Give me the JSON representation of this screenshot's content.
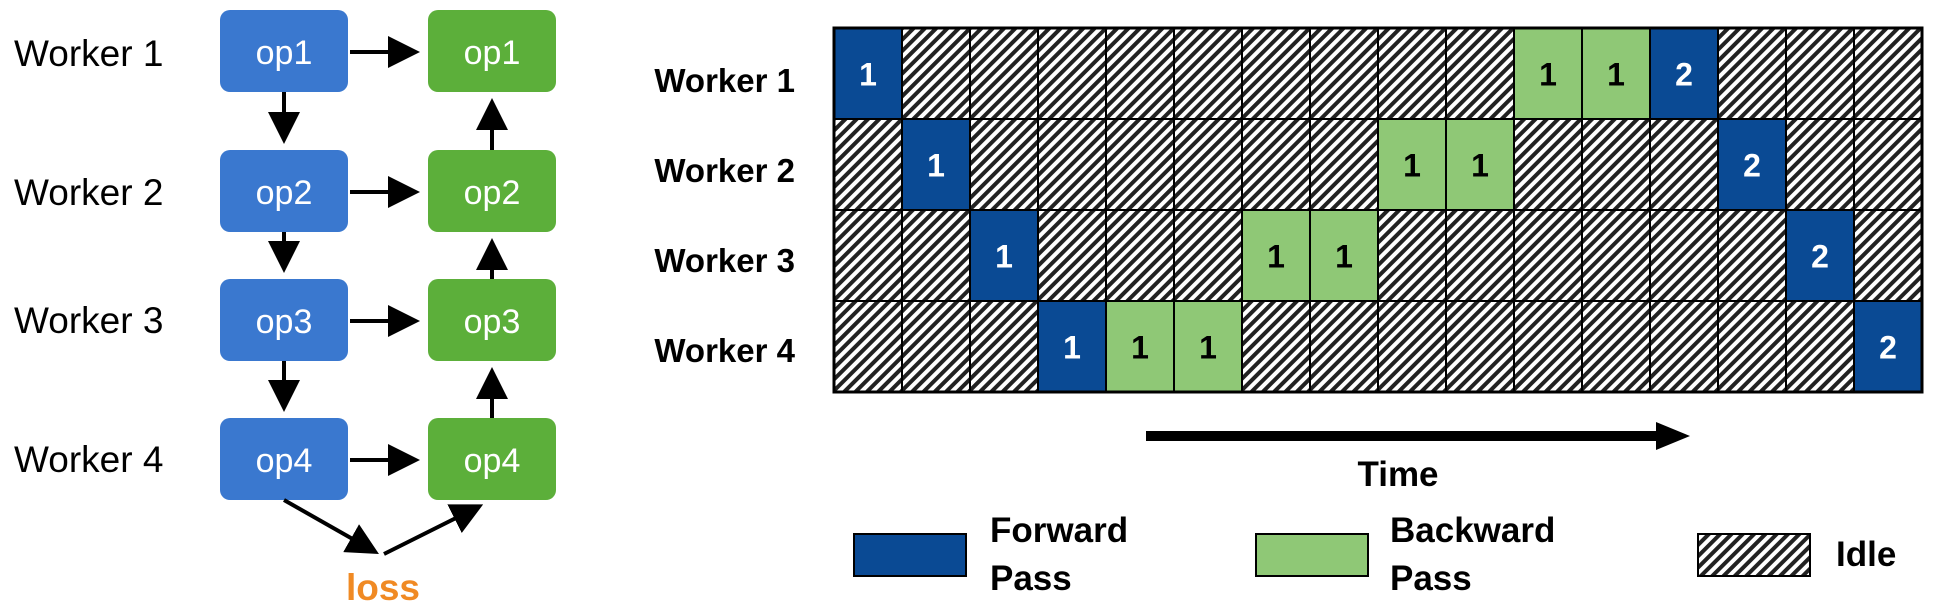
{
  "colors": {
    "forward": "#0a4a94",
    "backward": "#8fc876",
    "op_forward": "#3a78cf",
    "op_backward": "#5caf3a",
    "loss": "#f08a24"
  },
  "left_diagram": {
    "workers": [
      "Worker 1",
      "Worker 2",
      "Worker 3",
      "Worker 4"
    ],
    "forward_ops": [
      "op1",
      "op2",
      "op3",
      "op4"
    ],
    "backward_ops": [
      "op1",
      "op2",
      "op3",
      "op4"
    ],
    "loss_label": "loss"
  },
  "grid": {
    "rows": [
      "Worker 1",
      "Worker 2",
      "Worker 3",
      "Worker 4"
    ],
    "columns": 16,
    "cells": [
      [
        {
          "c": 0,
          "t": "F",
          "n": "1"
        },
        {
          "c": 10,
          "t": "B",
          "n": "1"
        },
        {
          "c": 11,
          "t": "B",
          "n": "1"
        },
        {
          "c": 12,
          "t": "F",
          "n": "2"
        }
      ],
      [
        {
          "c": 1,
          "t": "F",
          "n": "1"
        },
        {
          "c": 8,
          "t": "B",
          "n": "1"
        },
        {
          "c": 9,
          "t": "B",
          "n": "1"
        },
        {
          "c": 13,
          "t": "F",
          "n": "2"
        }
      ],
      [
        {
          "c": 2,
          "t": "F",
          "n": "1"
        },
        {
          "c": 6,
          "t": "B",
          "n": "1"
        },
        {
          "c": 7,
          "t": "B",
          "n": "1"
        },
        {
          "c": 14,
          "t": "F",
          "n": "2"
        }
      ],
      [
        {
          "c": 3,
          "t": "F",
          "n": "1"
        },
        {
          "c": 4,
          "t": "B",
          "n": "1"
        },
        {
          "c": 5,
          "t": "B",
          "n": "1"
        },
        {
          "c": 15,
          "t": "F",
          "n": "2"
        }
      ]
    ],
    "time_label": "Time"
  },
  "legend": {
    "forward_line1": "Forward",
    "forward_line2": "Pass",
    "backward_line1": "Backward",
    "backward_line2": "Pass",
    "idle": "Idle"
  }
}
